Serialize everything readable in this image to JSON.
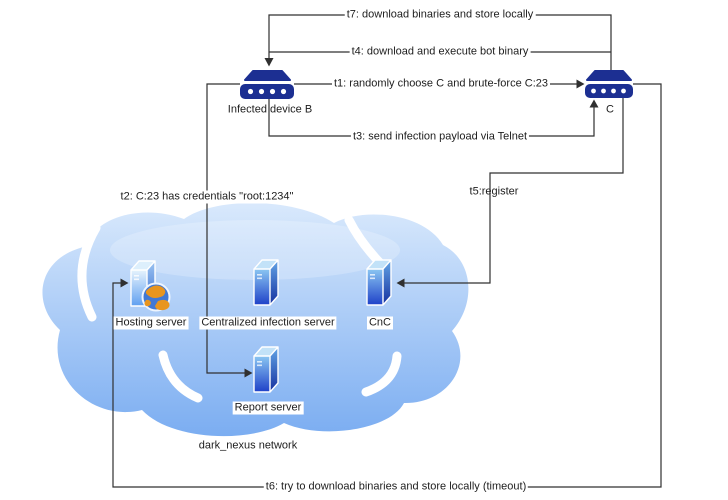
{
  "colors": {
    "line": "#303030",
    "router": "#1c2f92",
    "cloud_top": "#d9e9fc",
    "cloud_bottom": "#7badf1",
    "server_front_top": "#8ac6f2",
    "server_front_bottom": "#1e41c8",
    "server_side_top": "#63a5e6",
    "server_side_bottom": "#15309f",
    "hosting_front_top": "#e6f3fd",
    "hosting_front_bottom": "#5f9ff0",
    "globe_ocean": "#4178d4",
    "globe_land": "#e8951f"
  },
  "network": {
    "label": "dark_nexus network"
  },
  "nodes": {
    "infected_device_b": {
      "label": "Infected device B",
      "type": "router"
    },
    "device_c": {
      "label": "C",
      "type": "router"
    },
    "hosting_server": {
      "label": "Hosting server",
      "type": "server"
    },
    "centralized_infection_server": {
      "label": "Centralized infection server",
      "type": "server"
    },
    "cnc_server": {
      "label": "CnC",
      "type": "server"
    },
    "report_server": {
      "label": "Report server",
      "type": "server"
    }
  },
  "edges": {
    "t1": {
      "label": "t1: randomly choose C and brute-force C:23",
      "from": "Infected device B",
      "to": "C"
    },
    "t2": {
      "label": "t2: C:23 has credentials \"root:1234\"",
      "from": "Infected device B",
      "to": "Report server"
    },
    "t3": {
      "label": "t3: send infection payload via Telnet",
      "from": "Infected device B",
      "to": "C"
    },
    "t4": {
      "label": "t4: download and execute bot binary",
      "from": "C",
      "to": "Infected device B"
    },
    "t5": {
      "label": "t5:register",
      "from": "C",
      "to": "CnC"
    },
    "t6": {
      "label": "t6: try to download binaries and store locally (timeout)",
      "from": "C",
      "to": "Hosting server"
    },
    "t7": {
      "label": "t7: download binaries and store locally",
      "from": "C",
      "to": "Infected device B"
    }
  }
}
